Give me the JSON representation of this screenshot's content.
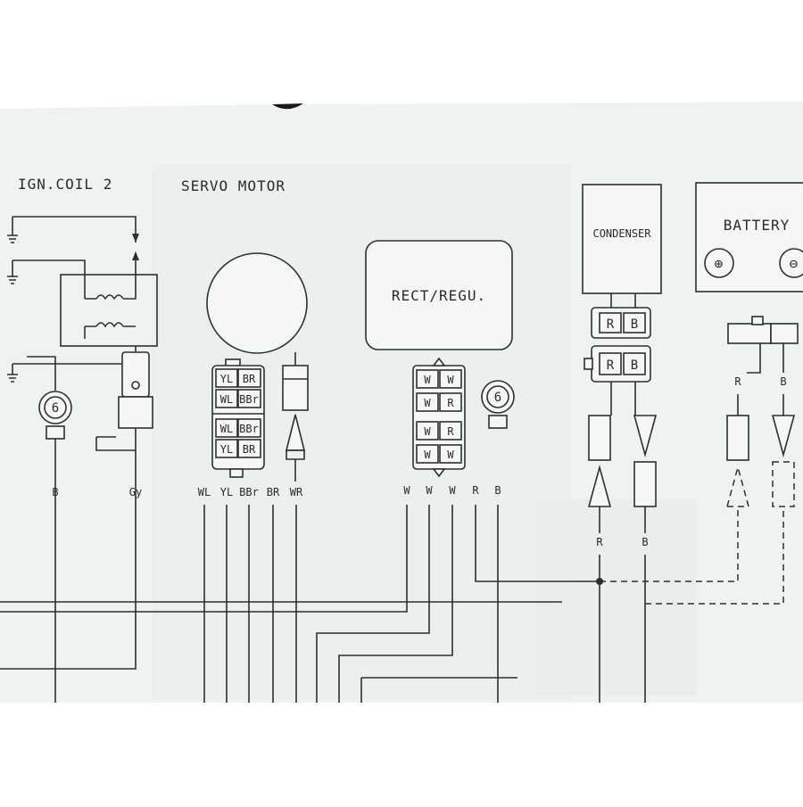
{
  "components": {
    "ign_coil": "IGN.COIL 2",
    "servo_motor": "SERVO MOTOR",
    "rect_regu": "RECT/REGU.",
    "condenser": "CONDENSER",
    "battery": "BATTERY",
    "battery_plus": "⊕",
    "battery_minus": "⊖"
  },
  "ground_marker": "6",
  "servo_connector": {
    "upper": [
      [
        "YL",
        "BR"
      ],
      [
        "WL",
        "BBr"
      ]
    ],
    "lower": [
      [
        "WL",
        "BBr"
      ],
      [
        "YL",
        "BR"
      ]
    ]
  },
  "regu_connector": [
    [
      "W",
      "W"
    ],
    [
      "W",
      "R"
    ],
    [
      "W",
      "R"
    ],
    [
      "W",
      "W"
    ]
  ],
  "condenser_connector": [
    "R",
    "B"
  ],
  "wires": {
    "ign": [
      "B",
      "Gy"
    ],
    "servo": [
      "WL",
      "YL",
      "BBr",
      "BR",
      "WR"
    ],
    "regu": [
      "W",
      "W",
      "W",
      "R",
      "B"
    ],
    "condenser": [
      "R",
      "B"
    ],
    "battery": [
      "R",
      "B"
    ]
  },
  "colors": {
    "paper": "#eef3f2",
    "ink": "#2e2e33",
    "background": "#ffffff"
  }
}
